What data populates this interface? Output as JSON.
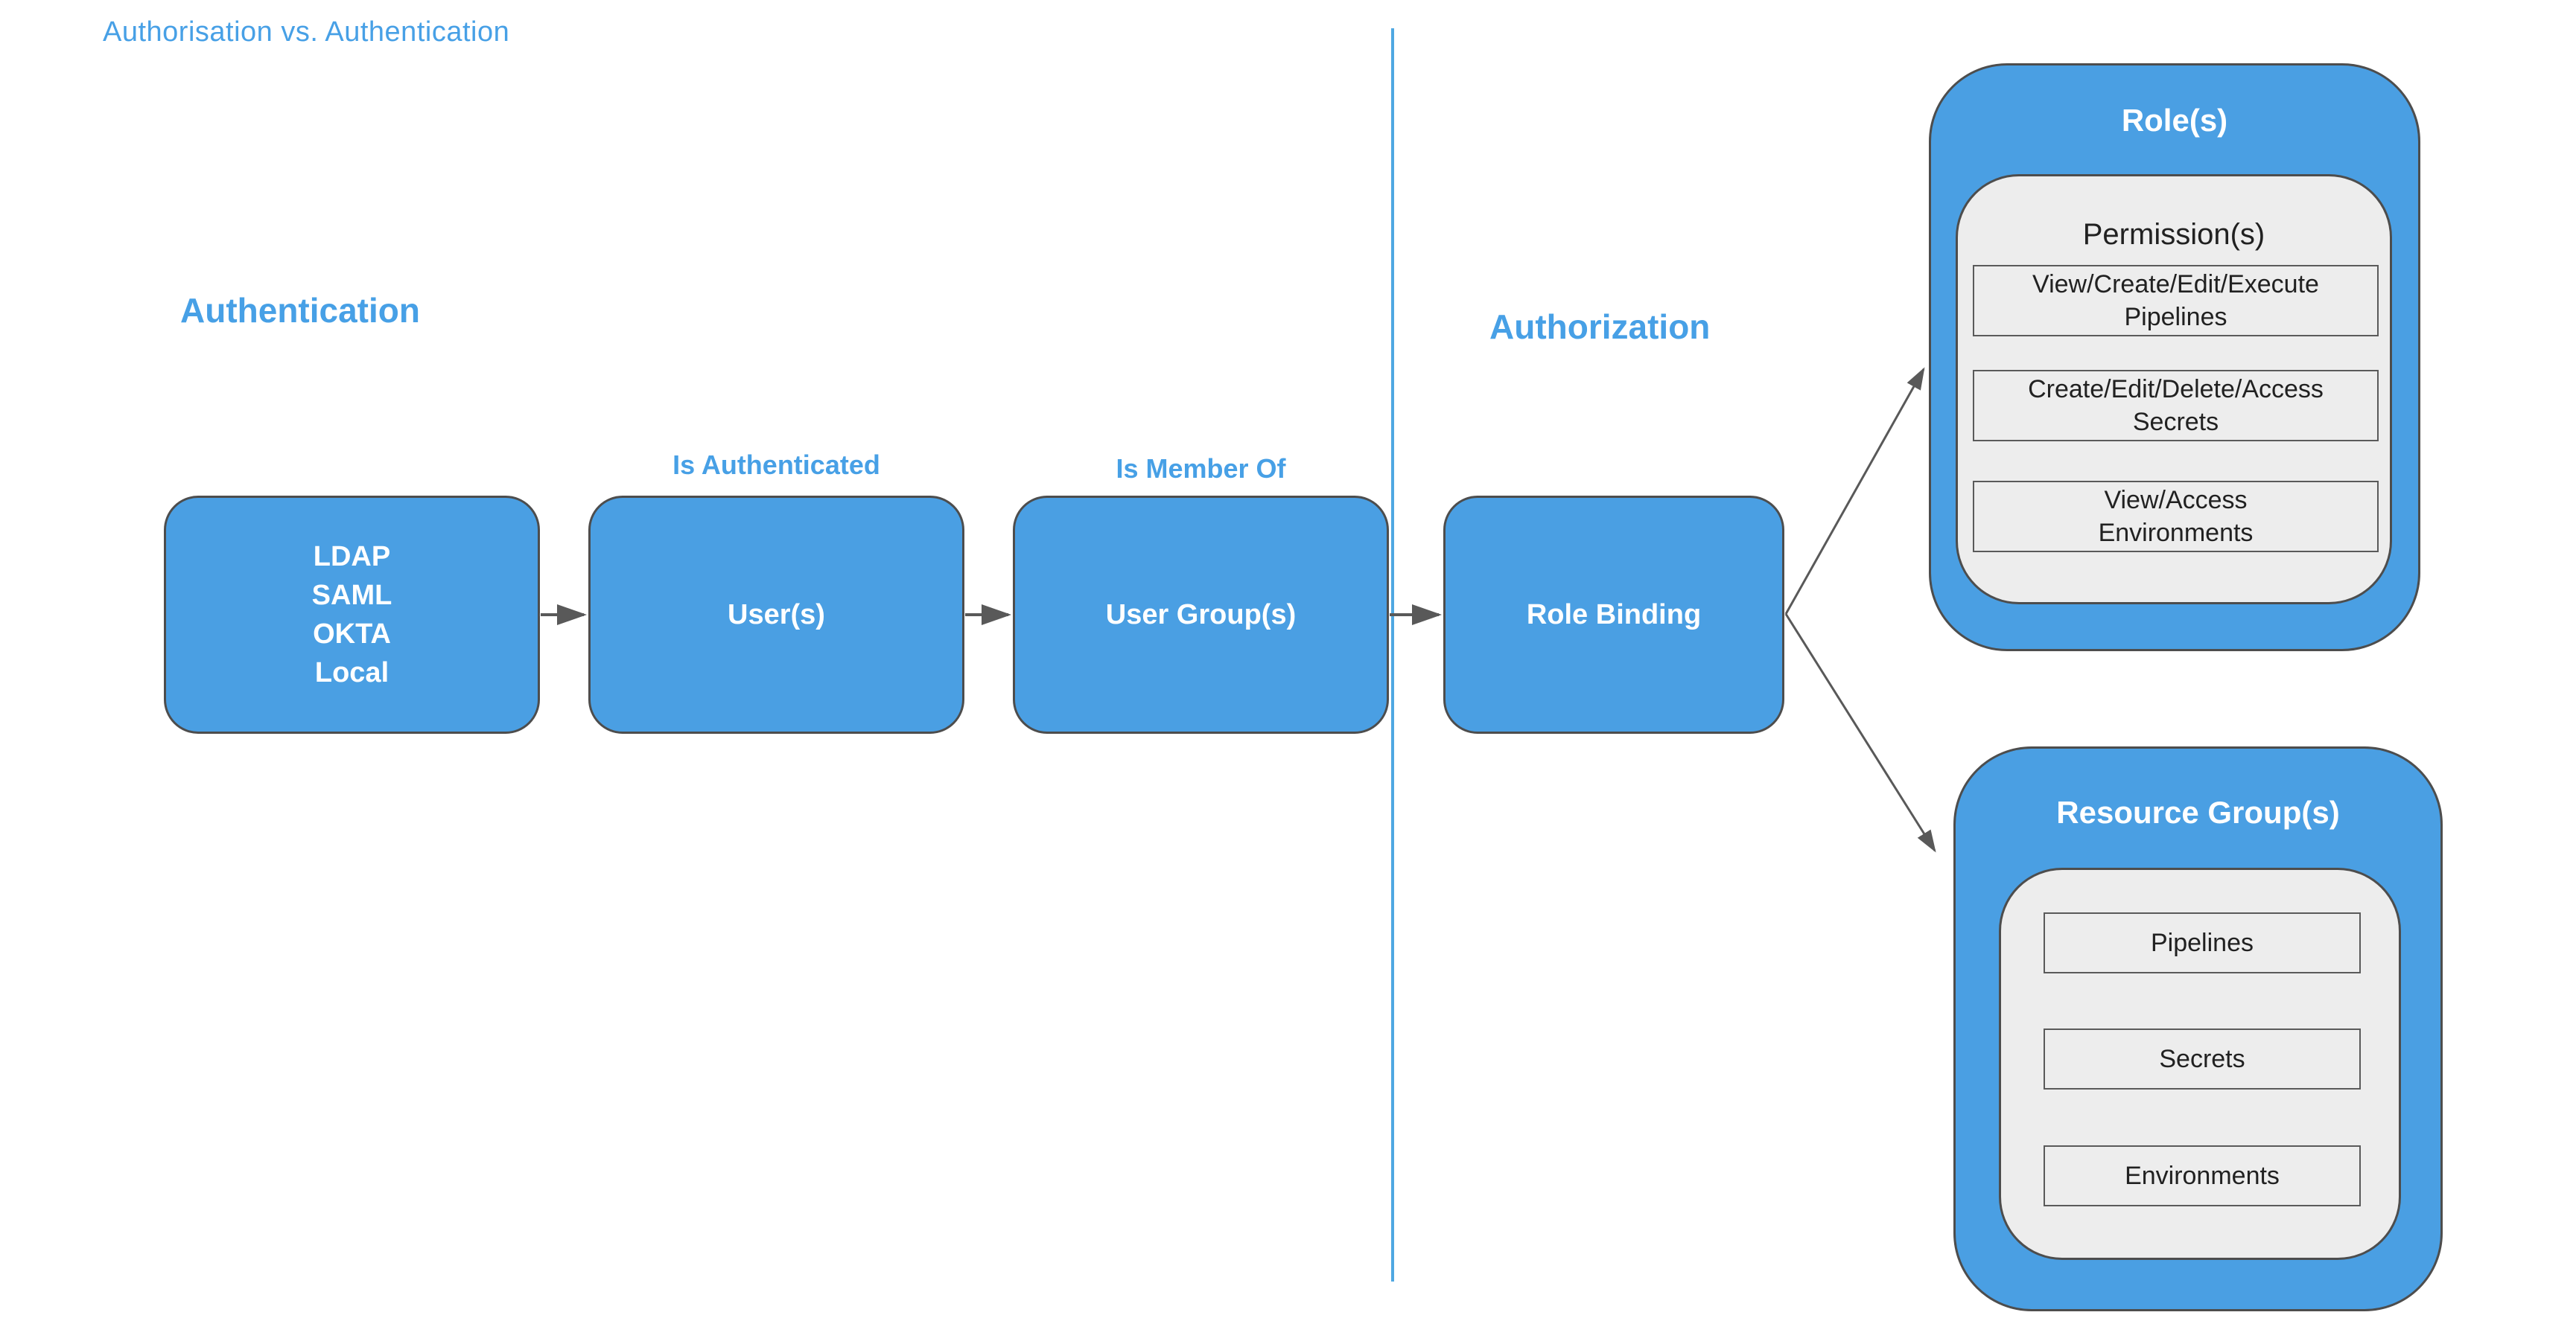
{
  "title": "Authorisation vs. Authentication",
  "colors": {
    "node-blue": "#4a9fe3",
    "node-border": "#4d4d4d",
    "panel-gray": "#ededed",
    "rect-border": "#5a5a5a",
    "arrow-gray": "#595959",
    "accent-text": "#47a0e6",
    "divider-blue": "#4fa8e2",
    "white-text": "#ffffff",
    "dark-text": "#212121"
  },
  "sections": {
    "authentication": {
      "heading": "Authentication"
    },
    "authorization": {
      "heading": "Authorization"
    }
  },
  "flow": {
    "identity_providers": {
      "lines": [
        "LDAP",
        "SAML",
        "OKTA",
        "Local"
      ]
    },
    "users": {
      "label": "User(s)",
      "annotation": "Is Authenticated"
    },
    "user_groups": {
      "label": "User Group(s)",
      "annotation": "Is Member Of"
    },
    "role_binding": {
      "label": "Role Binding"
    }
  },
  "roles": {
    "title": "Role(s)",
    "permissions_title": "Permission(s)",
    "permissions": [
      {
        "line1": "View/Create/Edit/Execute",
        "line2": "Pipelines"
      },
      {
        "line1": "Create/Edit/Delete/Access",
        "line2": "Secrets"
      },
      {
        "line1": "View/Access",
        "line2": "Environments"
      }
    ]
  },
  "resource_groups": {
    "title": "Resource Group(s)",
    "items": [
      "Pipelines",
      "Secrets",
      "Environments"
    ]
  }
}
